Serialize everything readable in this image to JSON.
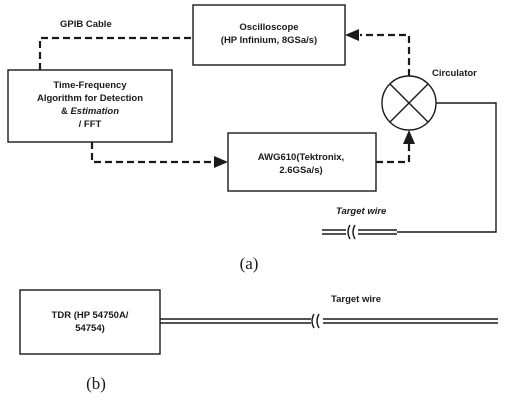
{
  "gpib_cable_label": "GPIB Cable",
  "oscilloscope": {
    "line1": "Oscilloscope",
    "line2": "(HP Infinium, 8GSa/s)"
  },
  "algorithm": {
    "line1": "Time-Frequency",
    "line2": "Algorithm for Detection",
    "line3_prefix": "& ",
    "line3_italic": "Estimation",
    "line4": "/ FFT"
  },
  "awg": {
    "line1": "AWG610(Tektronix,",
    "line2": "2.6GSa/s)"
  },
  "circulator_label": "Circulator",
  "target_wire_a": "Target wire",
  "caption_a": "(a)",
  "tdr": {
    "line1": "TDR (HP 54750A/",
    "line2": "54754)"
  },
  "target_wire_b": "Target wire",
  "caption_b": "(b)"
}
